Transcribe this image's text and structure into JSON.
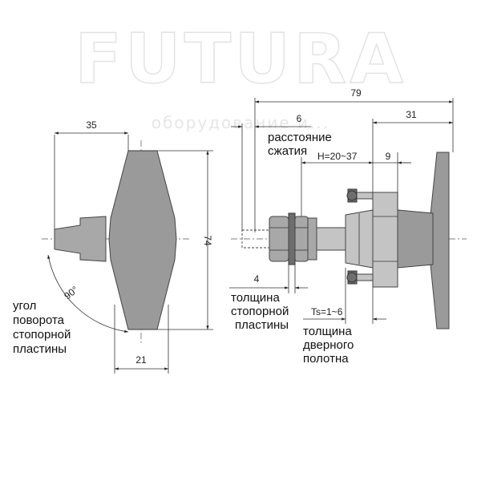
{
  "watermark": {
    "brand": "FUTURA",
    "tagline": "оборудование и..."
  },
  "left_view": {
    "dim_width_top": "35",
    "dim_height": "74",
    "dim_width_bottom": "21",
    "angle": "90°",
    "label_lines": [
      "угол",
      "поворота",
      "стопорной",
      "пластины"
    ]
  },
  "right_view": {
    "dim_total": "79",
    "dim_6": "6",
    "dim_31": "31",
    "dim_9": "9",
    "dim_H": "H=20~37",
    "dim_4": "4",
    "dim_Ts": "Ts=1~6",
    "label_compression": [
      "расстояние",
      "сжатия"
    ],
    "label_plate_thickness": [
      "толщина",
      "стопорной",
      "пластины"
    ],
    "label_door_thickness": [
      "толщина",
      "дверного",
      "полотна"
    ]
  }
}
